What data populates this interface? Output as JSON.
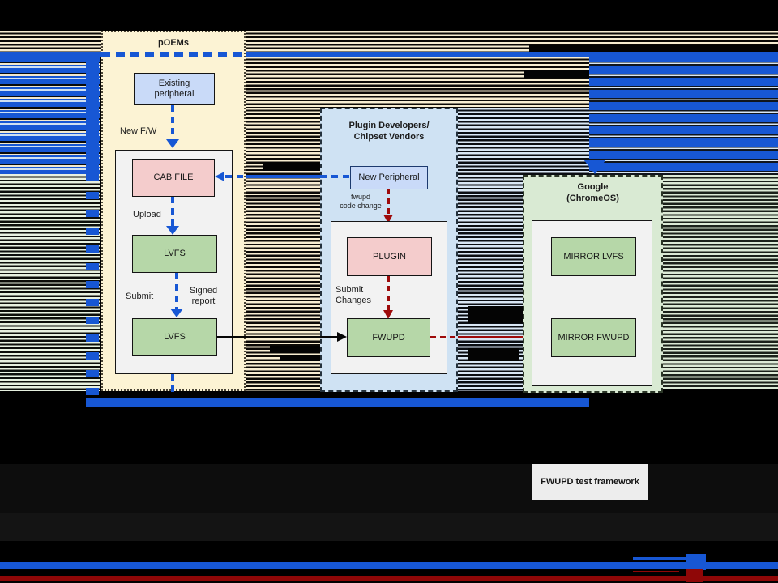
{
  "poems": {
    "title": "pOEMs",
    "existing_peripheral": "Existing peripheral",
    "new_fw": "New F/W",
    "cab_file": "CAB FILE",
    "upload": "Upload",
    "lvfs_upper": "LVFS",
    "submit": "Submit",
    "signed_report": "Signed report",
    "lvfs_lower": "LVFS"
  },
  "plugin": {
    "title1": "Plugin Developers/",
    "title2": "Chipset Vendors",
    "new_peripheral": "New Peripheral",
    "code_change1": "fwupd",
    "code_change2": "code change",
    "plugin_box": "PLUGIN",
    "submit_changes": "Submit Changes",
    "fwupd_box": "FWUPD"
  },
  "google": {
    "title1": "Google",
    "title2": "(ChromeOS)",
    "mirror_lvfs": "MIRROR LVFS",
    "mirror_fwupd": "MIRROR FWUPD"
  },
  "footer": {
    "test_framework": "FWUPD test framework"
  },
  "colors": {
    "accent_blue": "#1757d4",
    "dark_red": "#9e0b0b",
    "panel_cream": "#fcf3d4",
    "panel_blue": "#cfe2f3",
    "panel_green": "#d9ead3",
    "box_blue": "#c9daf8",
    "box_pink": "#f4cccc",
    "box_green": "#b6d7a8"
  }
}
